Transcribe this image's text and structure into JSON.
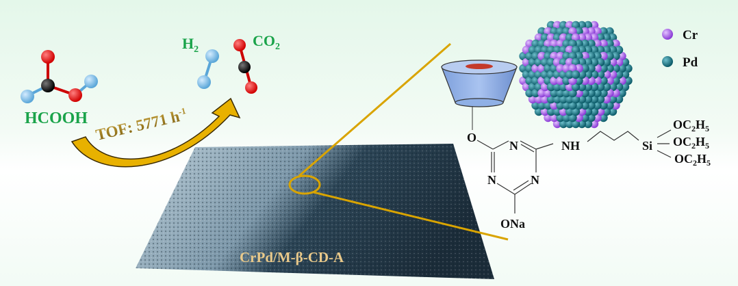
{
  "reactant": {
    "label": "HCOOH"
  },
  "products": {
    "h2": {
      "main": "H",
      "sub": "2"
    },
    "co2": {
      "main": "CO",
      "sub": "2"
    }
  },
  "arrow": {
    "tof_label": "TOF: 5771 h",
    "tof_sup": "-1"
  },
  "catalyst": {
    "label": "CrPd/M-β-CD-A"
  },
  "legend": {
    "items": [
      {
        "label": "Cr",
        "color": "#9b4fe0"
      },
      {
        "label": "Pd",
        "color": "#106f7f"
      }
    ]
  },
  "structure": {
    "o_link": "O",
    "n1": "N",
    "n2": "N",
    "n3": "N",
    "ona": "ONa",
    "nh": "NH",
    "si": "Si",
    "ethoxy": [
      {
        "main": "OC",
        "s1": "2",
        "h": "H",
        "s2": "5"
      },
      {
        "main": "OC",
        "s1": "2",
        "h": "H",
        "s2": "5"
      },
      {
        "main": "OC",
        "s1": "2",
        "h": "H",
        "s2": "5"
      }
    ]
  },
  "colors": {
    "green": "#1aa34a",
    "gold": "#e8b100",
    "tof": "#a88416"
  }
}
